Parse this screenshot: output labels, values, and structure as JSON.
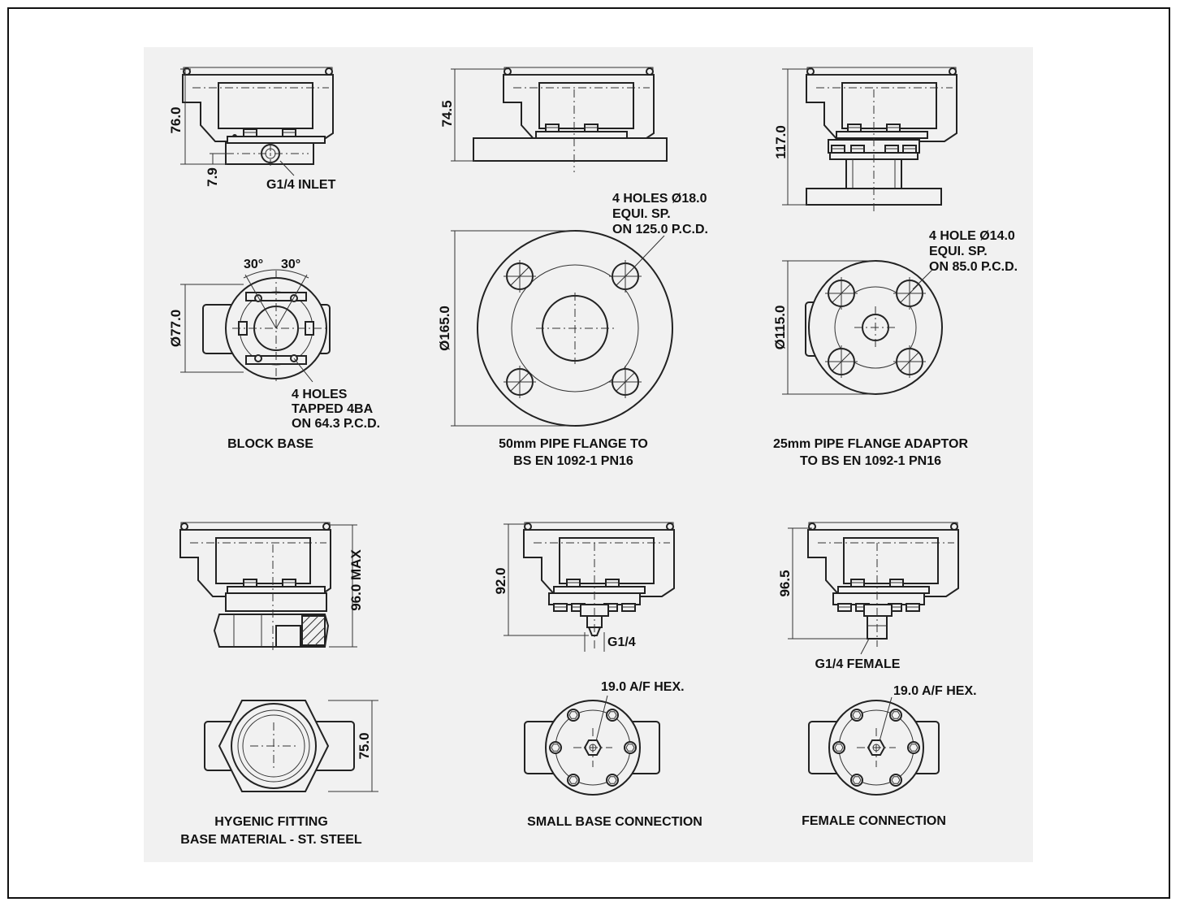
{
  "labels": {
    "inlet": "G1/4 INLET",
    "holes_50": [
      "4 HOLES Ø18.0",
      "EQUI. SP.",
      "ON 125.0 P.C.D."
    ],
    "holes_25": [
      "4 HOLE Ø14.0",
      "EQUI. SP.",
      "ON 85.0 P.C.D."
    ],
    "angle_left": "30°",
    "angle_right": "30°",
    "holes_block": [
      "4 HOLES",
      "TAPPED 4BA",
      "ON 64.3 P.C.D."
    ],
    "hex_small": "19.0 A/F HEX.",
    "hex_female": "19.0 A/F HEX.",
    "g14": "G1/4",
    "g14_female": "G1/4 FEMALE"
  },
  "dimensions": {
    "block_height": "76.0",
    "block_offset": "7.9",
    "flange50_height": "74.5",
    "adaptor25_height": "117.0",
    "block_dia": "Ø77.0",
    "flange50_dia": "Ø165.0",
    "adaptor25_dia": "Ø115.0",
    "hygenic_height": "96.0 MAX",
    "hygenic_width": "75.0",
    "small_height": "92.0",
    "female_height": "96.5"
  },
  "captions": {
    "block_base": "BLOCK BASE",
    "flange50": [
      "50mm PIPE FLANGE TO",
      "BS EN 1092-1 PN16"
    ],
    "adaptor25": [
      "25mm PIPE FLANGE ADAPTOR",
      "TO BS EN 1092-1 PN16"
    ],
    "hygenic": [
      "HYGENIC FITTING",
      "BASE MATERIAL - ST. STEEL"
    ],
    "small_base": "SMALL BASE CONNECTION",
    "female": "FEMALE CONNECTION"
  }
}
